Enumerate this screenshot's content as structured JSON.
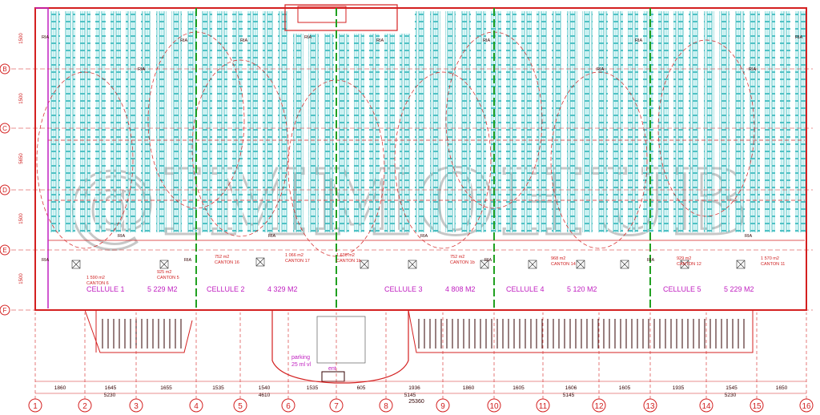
{
  "colors": {
    "rack": "#2ab4b8",
    "wall": "#d42020",
    "accent": "#c020c0",
    "grid": "#20a020",
    "ink": "#300000"
  },
  "grid": {
    "columns": [
      "1",
      "2",
      "3",
      "4",
      "5",
      "6",
      "7",
      "8",
      "9",
      "10",
      "11",
      "12",
      "13",
      "14",
      "15",
      "16"
    ],
    "rows": [
      "B",
      "C",
      "D",
      "E",
      "F"
    ],
    "left_dims": [
      "1500",
      "1500",
      "5650",
      "1500",
      "1500"
    ]
  },
  "cells": [
    {
      "name": "CELLULE 1",
      "area": "5 229 M2"
    },
    {
      "name": "CELLULE 2",
      "area": "4 329 M2"
    },
    {
      "name": "CELLULE 3",
      "area": "4 808 M2"
    },
    {
      "name": "CELLULE 4",
      "area": "5 120 M2"
    },
    {
      "name": "CELLULE 5",
      "area": "5 229 M2"
    }
  ],
  "cantons": [
    {
      "area": "1 590 m2",
      "name": "CANTON 6"
    },
    {
      "area": "925 m2",
      "name": "CANTON 5"
    },
    {
      "area": "752 m2",
      "name": "CANTON 16"
    },
    {
      "area": "1 066 m2",
      "name": "CANTON 17"
    },
    {
      "area": "1 630 m2",
      "name": "CANTON 1b"
    },
    {
      "area": "752 m2",
      "name": "CANTON 1b"
    },
    {
      "area": "968 m2",
      "name": "CANTON 14"
    },
    {
      "area": "929 m2",
      "name": "CANTON 12"
    },
    {
      "area": "1 570 m2",
      "name": "CANTON 11"
    }
  ],
  "ria_label": "RIA",
  "bottom_dims": [
    "1860",
    "1645",
    "1655",
    "1535",
    "1540",
    "1535",
    "605",
    "1936",
    "1860",
    "1605",
    "1606",
    "1605",
    "1935",
    "1545",
    "1650"
  ],
  "sub_dims": [
    "5230",
    "4610",
    "5145",
    "5145",
    "5230"
  ],
  "total_dim": "25360",
  "parking": {
    "label": "parking",
    "sub": "25 ml vl"
  },
  "entrance_label": "ent"
}
